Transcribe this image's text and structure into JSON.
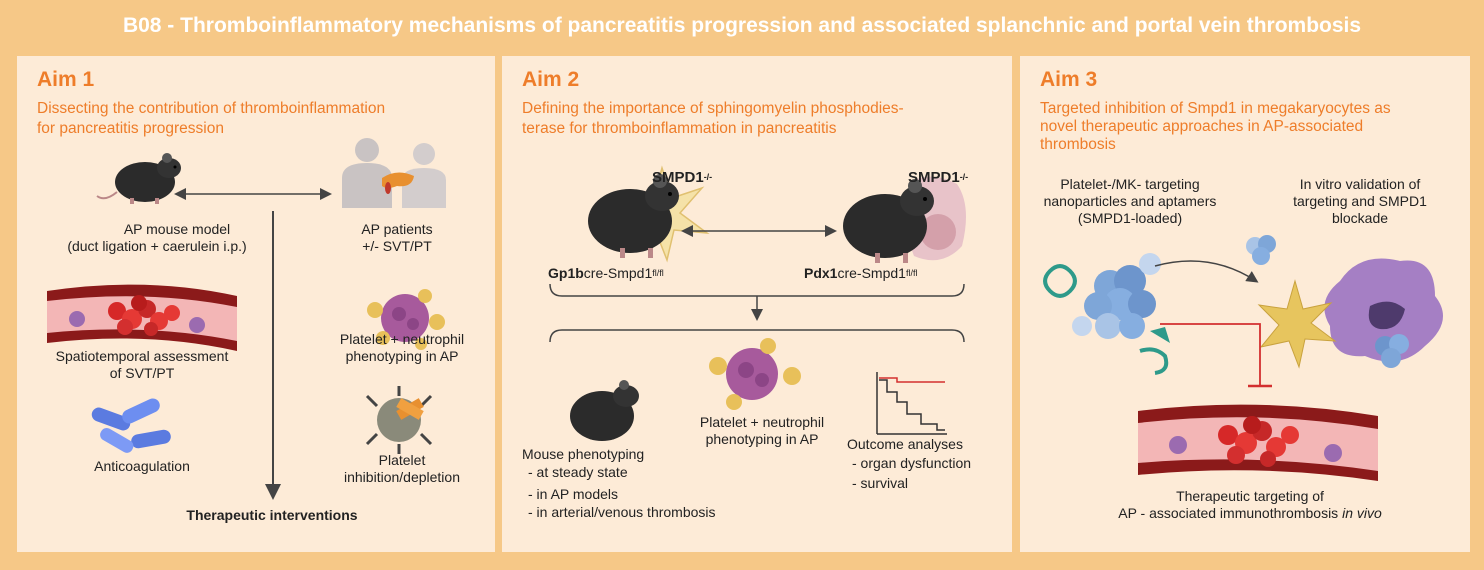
{
  "title": "B08 - Thromboinflammatory mechanisms of pancreatitis progression and associated splanchnic and portal vein thrombosis",
  "aim1": {
    "heading": "Aim 1",
    "subtitle_line1": "Dissecting the contribution of thromboinflammation",
    "subtitle_line2": "for pancreatitis progression",
    "mouse_model_line1": "AP mouse model",
    "mouse_model_line2": "(duct ligation + caerulein i.p.)",
    "patients_line1": "AP patients",
    "patients_line2": "+/- SVT/PT",
    "svt_line1": "Spatiotemporal assessment",
    "svt_line2": "of SVT/PT",
    "platelet_line1": "Platelet + neutrophil",
    "platelet_line2": "phenotyping in AP",
    "anticoag": "Anticoagulation",
    "inhib_line1": "Platelet",
    "inhib_line2": "inhibition/depletion",
    "therapeutic": "Therapeutic interventions"
  },
  "aim2": {
    "heading": "Aim 2",
    "subtitle_line1": "Defining the importance of sphingomyelin phosphodies-",
    "subtitle_line2": "terase for thromboinflammation in pancreatitis",
    "smpd1_a": "SMPD1",
    "smpd1_b": "SMPD1",
    "ko_sup": "-/-",
    "gp1b_bold": "Gp1b",
    "gp1b_rest": "cre-Smpd1",
    "pdx1_bold": "Pdx1",
    "pdx1_rest": "cre-Smpd1",
    "flox_sup": "fl/fl",
    "mouse_pheno": "Mouse phenotyping",
    "mouse_items": [
      "- at steady state",
      "- in AP models",
      "- in arterial/venous thrombosis"
    ],
    "platelet_line1": "Platelet + neutrophil",
    "platelet_line2": "phenotyping in AP",
    "outcome": "Outcome analyses",
    "outcome_items": [
      "- organ dysfunction",
      "- survival"
    ]
  },
  "aim3": {
    "heading": "Aim 3",
    "subtitle_line1": "Targeted inhibition of Smpd1 in megakaryocytes as",
    "subtitle_line2": "novel therapeutic approaches in AP-associated",
    "subtitle_line3": "thrombosis",
    "nano_line1": "Platelet-/MK- targeting",
    "nano_line2": "nanoparticles and aptamers",
    "nano_line3": "(SMPD1-loaded)",
    "invitro_line1": "In vitro validation of",
    "invitro_line2": "targeting and SMPD1",
    "invitro_line3": "blockade",
    "thera_line1": "Therapeutic targeting of",
    "thera_line2a": "AP - associated immunothrombosis ",
    "thera_line2b": "in vivo"
  },
  "colors": {
    "background": "#f6c887",
    "panel": "#fdebd7",
    "accent": "#ee7d2a",
    "inhibit_line": "#d32f2f"
  },
  "icons": [
    "mouse-icon",
    "human-silhouette-icon",
    "blood-vessel-clot-icon",
    "platelet-neutrophil-icon",
    "capsule-icon",
    "platelet-icon",
    "pancreatic-cell-icon",
    "survival-curve-icon",
    "nanoparticle-icon",
    "aptamer-icon",
    "megakaryocyte-icon"
  ]
}
